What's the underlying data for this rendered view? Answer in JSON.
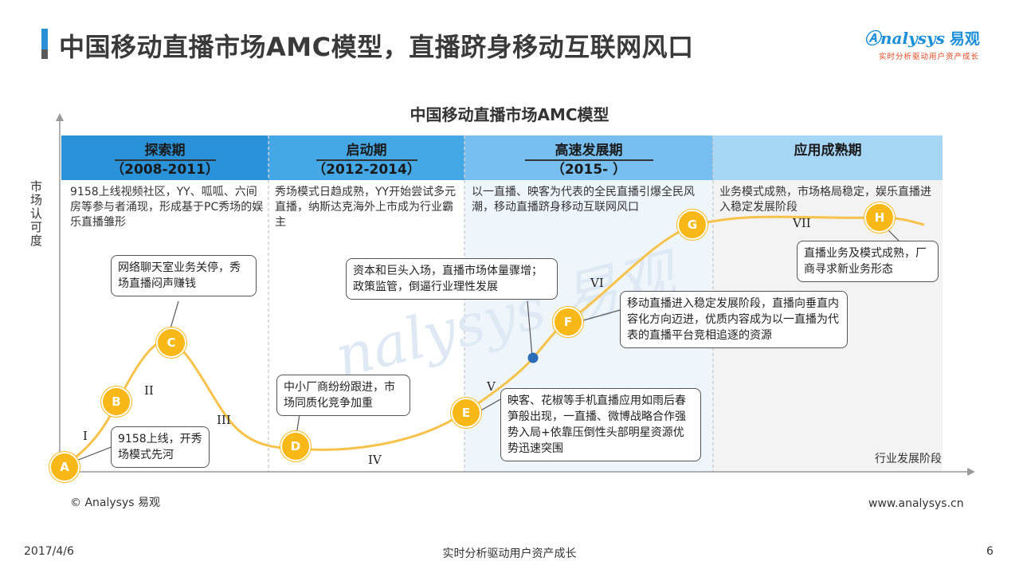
{
  "title": "中国移动直播市场AMC模型，直播跻身移动互联网风口",
  "logo": {
    "brand": "nalysys",
    "brand_cn": "易观",
    "slogan": "实时分析驱动用户资产成长"
  },
  "chart_title": "中国移动直播市场AMC模型",
  "y_axis_label": "市场认可度",
  "x_axis_label": "行业发展阶段",
  "phases": [
    {
      "name": "探索期",
      "years": "（2008-2011）",
      "color": "#2a92d8",
      "description": "9158上线视频社区，YY、呱呱、六间房等参与者涌现，形成基于PC秀场的娱乐直播雏形"
    },
    {
      "name": "启动期",
      "years": "（2012-2014）",
      "color": "#45a8e6",
      "description": "秀场模式日趋成熟，YY开始尝试多元直播，纳斯达克海外上市成为行业霸主"
    },
    {
      "name": "高速发展期",
      "years": "（2015-  ）",
      "color": "#76bff0",
      "description": "以一直播、映客为代表的全民直播引爆全民风潮，移动直播跻身移动互联网风口"
    },
    {
      "name": "应用成熟期",
      "years": "",
      "color": "#a6d6f6",
      "description": "业务模式成熟，市场格局稳定，娱乐直播进入稳定发展阶段"
    }
  ],
  "stages": [
    "I",
    "II",
    "III",
    "IV",
    "V",
    "VI",
    "VII"
  ],
  "nodes": [
    "A",
    "B",
    "C",
    "D",
    "E",
    "F",
    "G",
    "H"
  ],
  "callouts": {
    "a": "9158上线，开秀场模式先河",
    "c": "网络聊天室业务关停，秀场直播闷声赚钱",
    "d": "中小厂商纷纷跟进，市场同质化竞争加重",
    "capital": "资本和巨头入场，直播市场体量骤增；政策监管，倒逼行业理性发展",
    "e": "映客、花椒等手机直播应用如雨后春笋般出现，一直播、微博战略合作强势入局+依靠压倒性头部明星资源优势迅速突围",
    "f": "移动直播进入稳定发展阶段，直播向垂直内容化方向迈进，优质内容成为以一直播为代表的直播平台竞相追逐的资源",
    "h": "直播业务及模式成熟，厂商寻求新业务形态"
  },
  "footer": {
    "copyright": "© Analysys 易观",
    "website": "www.analysys.cn",
    "date": "2017/4/6",
    "slogan": "实时分析驱动用户资产成长",
    "page": "6"
  },
  "colors": {
    "accent": "#2a8fd6",
    "curve": "#f8c24a",
    "node": "#f8b817",
    "marker": "#2d6db5",
    "brand": "#1a8fd8",
    "slogan": "#e0461f"
  }
}
